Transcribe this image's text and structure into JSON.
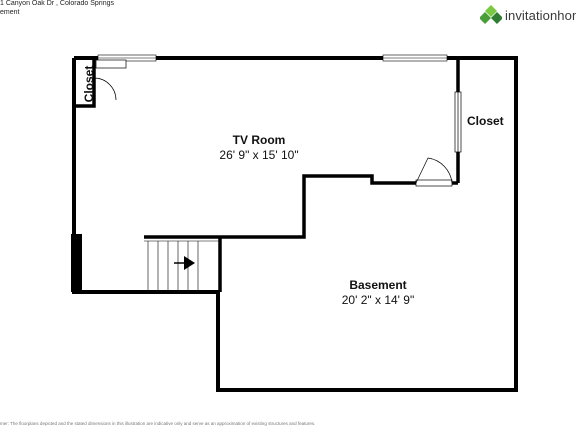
{
  "header": {
    "address": "1 Canyon Oak Dr , Colorado Springs",
    "level": "ement"
  },
  "brand": {
    "name": "invitationhom",
    "color": "#5cb85c"
  },
  "rooms": {
    "tv_room": {
      "name": "TV Room",
      "dims": "26' 9\" x 15' 10\""
    },
    "basement": {
      "name": "Basement",
      "dims": "20' 2\" x 14' 9\""
    },
    "closet_left": {
      "name": "Closet"
    },
    "closet_right": {
      "name": "Closet"
    }
  },
  "disclaimer": "mer: The floorplans depicted and the stated dimensions in this illustration are indicative only and serve as an approximation of existing structures and features."
}
